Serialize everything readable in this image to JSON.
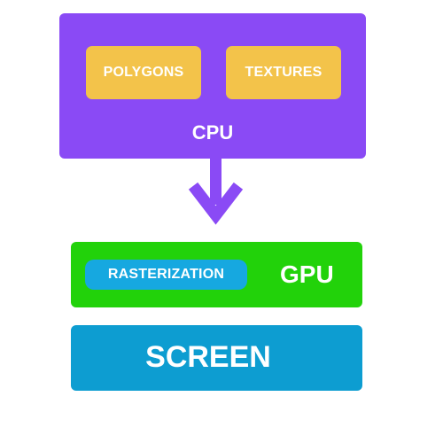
{
  "cpu": {
    "label": "CPU",
    "items": [
      "POLYGONS",
      "TEXTURES"
    ],
    "color": "#8a4af5",
    "item_color": "#f3c34a"
  },
  "flow": {
    "arrow_color": "#8a4af5"
  },
  "gpu": {
    "label": "GPU",
    "stage": "RASTERIZATION",
    "color": "#22d20a",
    "stage_color": "#16a8e0"
  },
  "screen": {
    "label": "SCREEN",
    "color": "#0d9dd1"
  }
}
